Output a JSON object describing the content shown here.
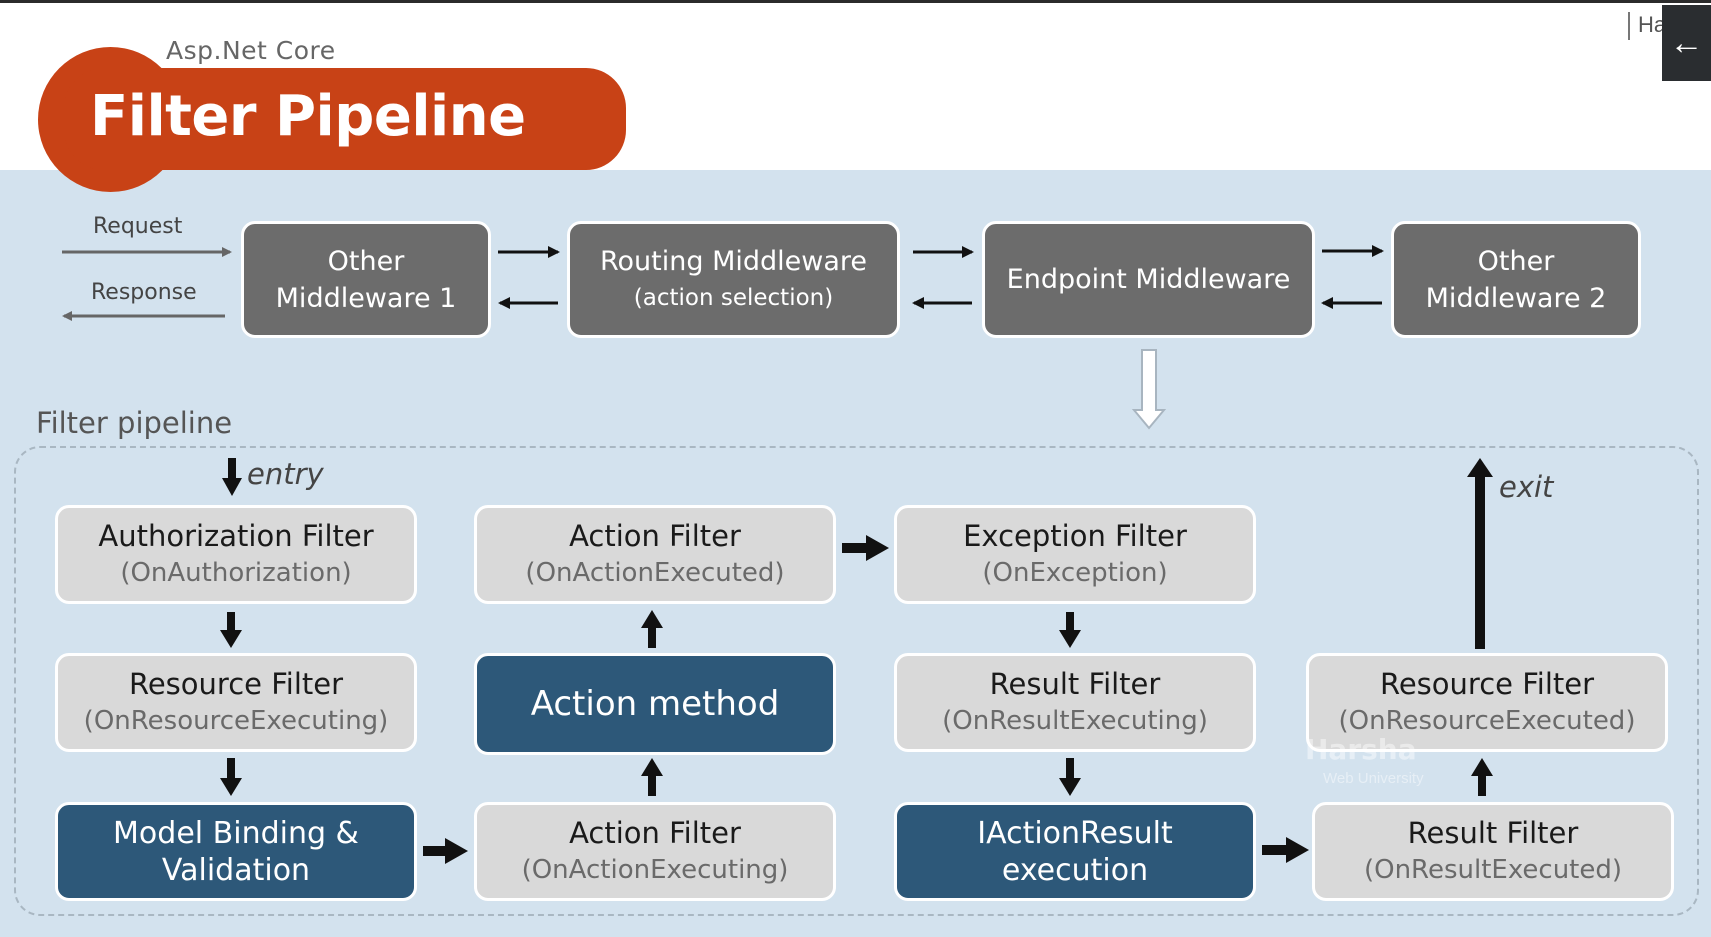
{
  "header": {
    "subtitle": "Asp.Net Core",
    "title": "Filter Pipeline",
    "corner_text": "Ha",
    "back_icon": "←"
  },
  "request_flow": {
    "request_label": "Request",
    "response_label": "Response"
  },
  "middleware": [
    {
      "line1": "Other",
      "line2": "Middleware 1"
    },
    {
      "line1": "Routing Middleware",
      "line2": "(action selection)"
    },
    {
      "line1": "Endpoint Middleware"
    },
    {
      "line1": "Other",
      "line2": "Middleware 2"
    }
  ],
  "pipeline": {
    "label": "Filter pipeline",
    "entry": "entry",
    "exit": "exit",
    "authorization": {
      "name": "Authorization Filter",
      "method": "(OnAuthorization)"
    },
    "resource_executing": {
      "name": "Resource Filter",
      "method": "(OnResourceExecuting)"
    },
    "model_binding": {
      "line1": "Model Binding &",
      "line2": "Validation"
    },
    "action_executing": {
      "name": "Action Filter",
      "method": "(OnActionExecuting)"
    },
    "action_method": "Action method",
    "action_executed": {
      "name": "Action Filter",
      "method": "(OnActionExecuted)"
    },
    "exception": {
      "name": "Exception Filter",
      "method": "(OnException)"
    },
    "result_executing": {
      "name": "Result Filter",
      "method": "(OnResultExecuting)"
    },
    "iaction_result": {
      "line1": "IActionResult",
      "line2": "execution"
    },
    "result_executed": {
      "name": "Result Filter",
      "method": "(OnResultExecuted)"
    },
    "resource_executed": {
      "name": "Resource Filter",
      "method": "(OnResourceExecuted)"
    }
  },
  "watermark": {
    "name": "Harsha",
    "sub": "Web University"
  },
  "colors": {
    "title_orange": "#c84216",
    "middleware_gray": "#6c6c6c",
    "filter_light": "#d9d9d9",
    "highlight_blue": "#2d5879",
    "slide_background": "#d3e2ee"
  }
}
